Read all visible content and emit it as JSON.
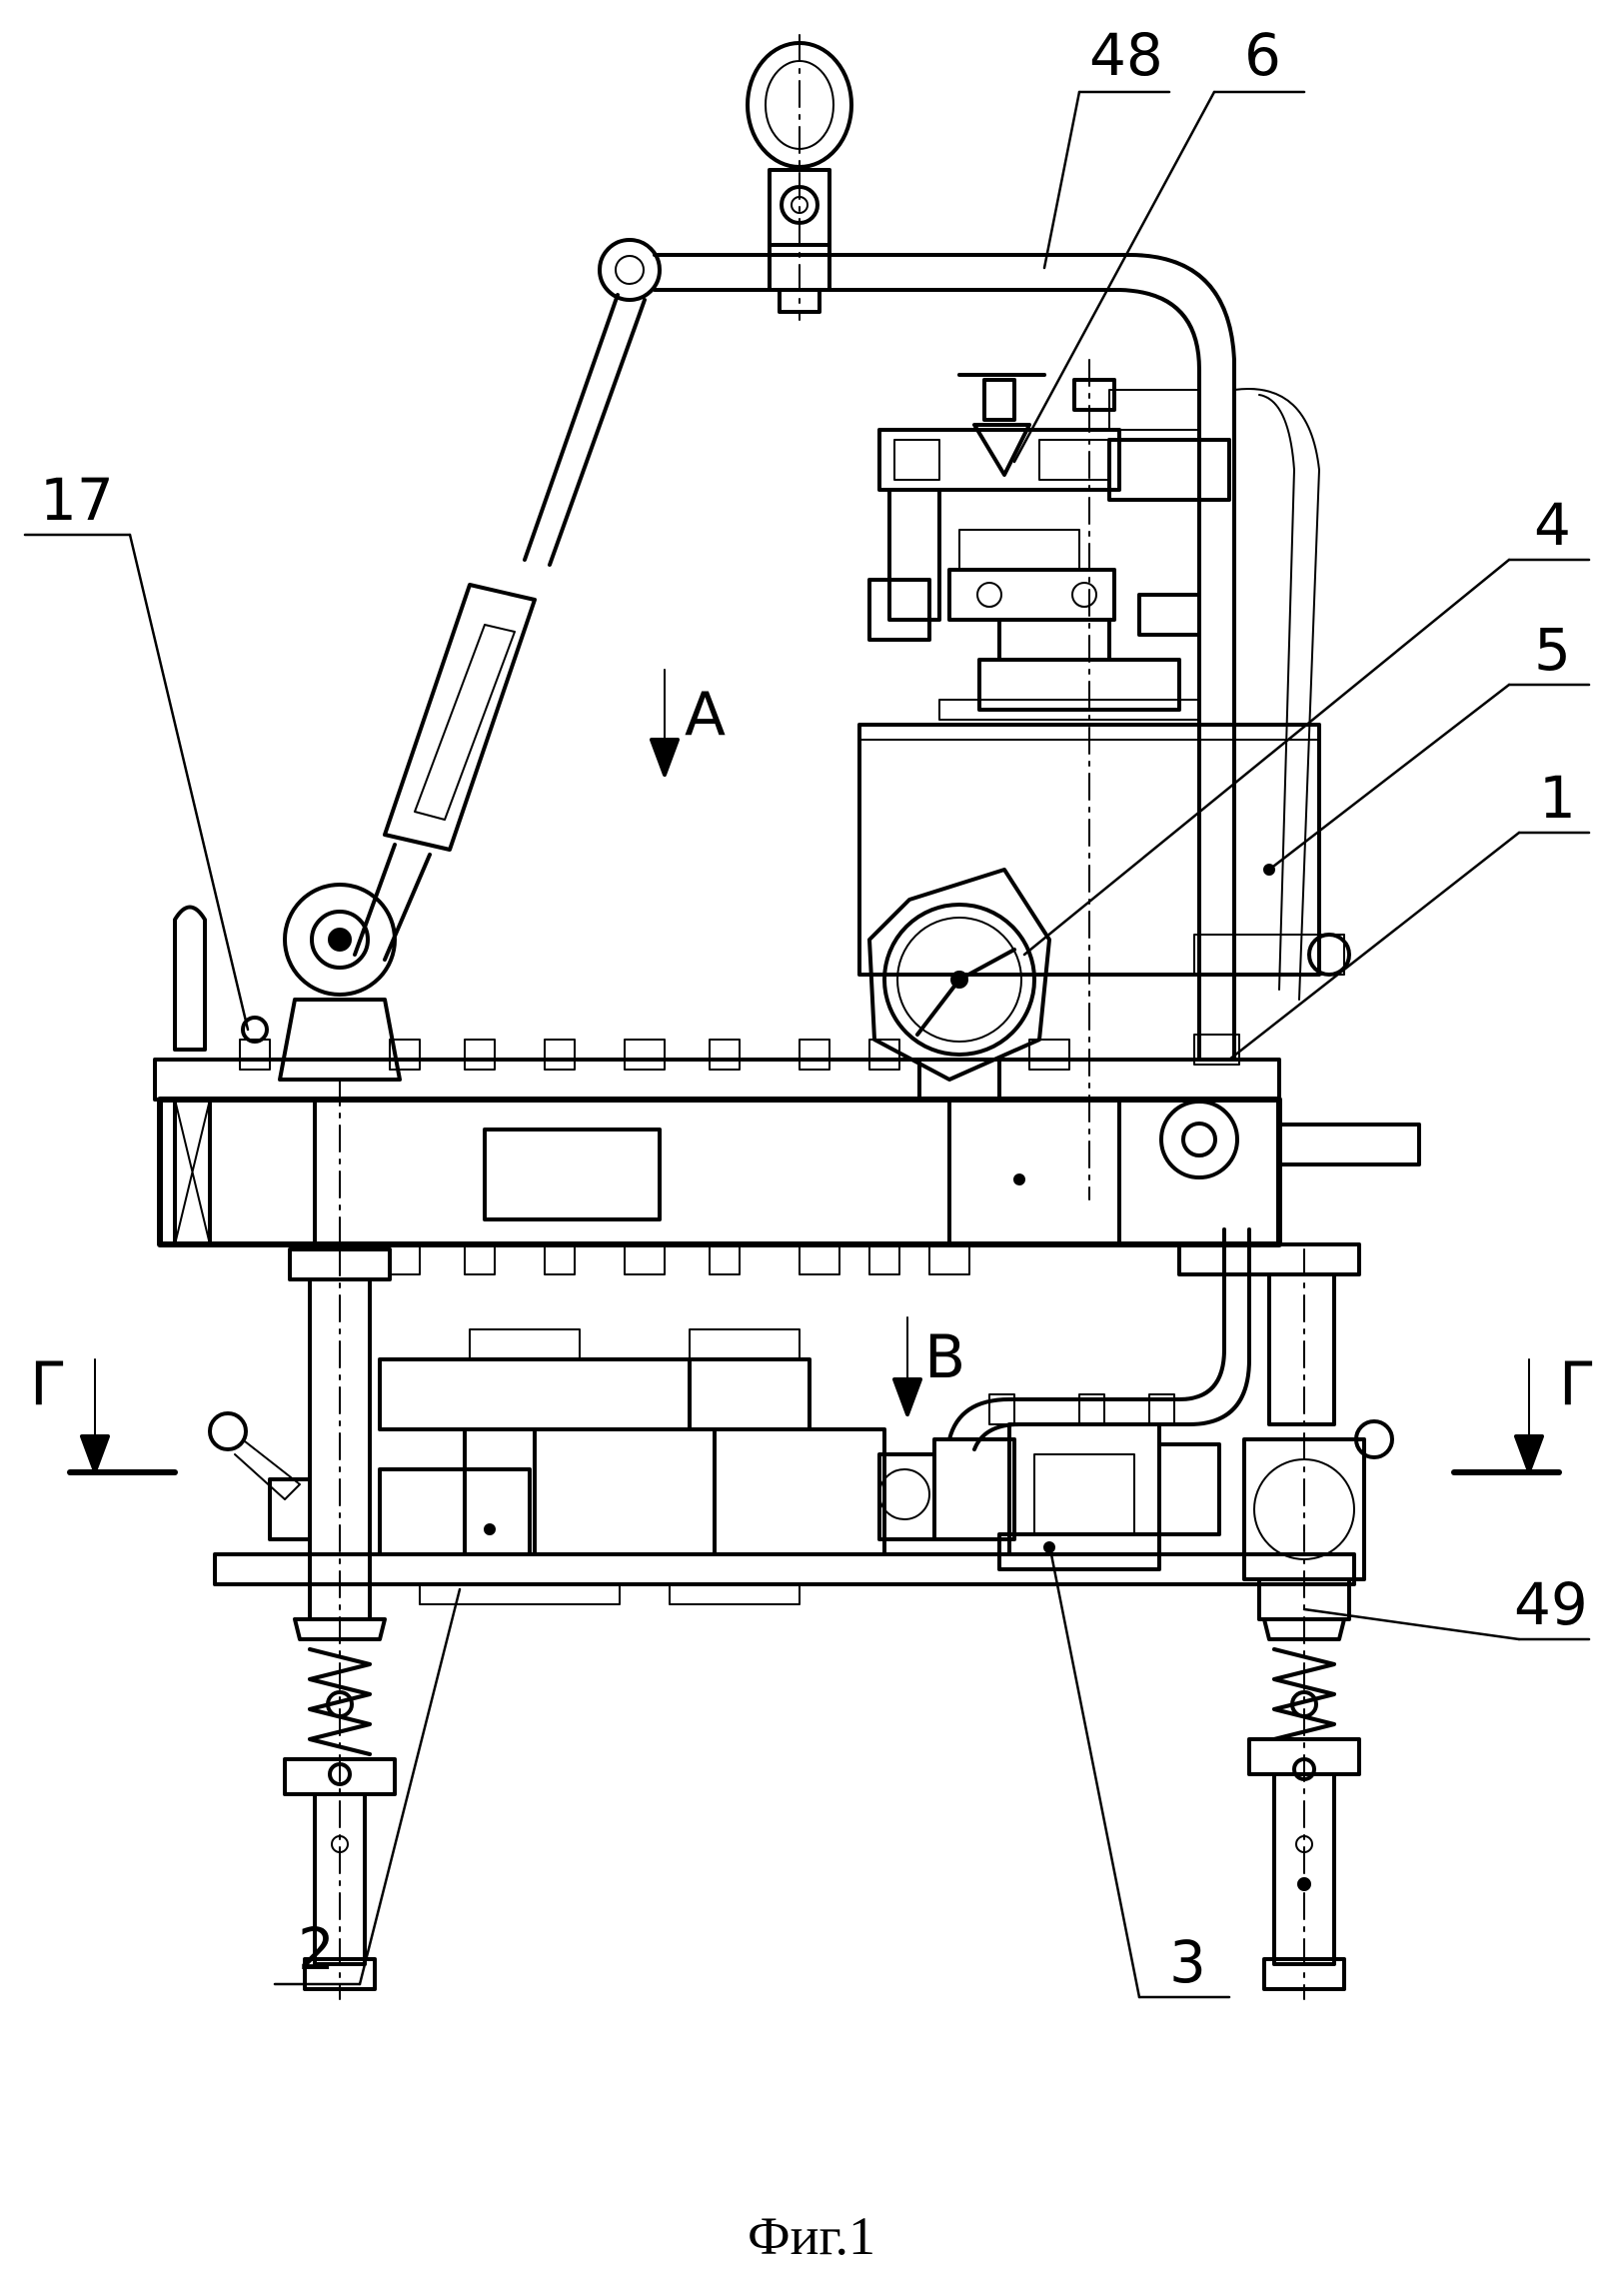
{
  "figure": {
    "caption": "Фиг.1"
  },
  "callouts": [
    {
      "id": "c48",
      "text": "48"
    },
    {
      "id": "c6",
      "text": "6"
    },
    {
      "id": "c17",
      "text": "17"
    },
    {
      "id": "c4",
      "text": "4"
    },
    {
      "id": "c5",
      "text": "5"
    },
    {
      "id": "c1",
      "text": "1"
    },
    {
      "id": "c2",
      "text": "2"
    },
    {
      "id": "c3",
      "text": "3"
    },
    {
      "id": "c49",
      "text": "49"
    }
  ],
  "view_markers": {
    "a": "A",
    "b": "B",
    "g_left": "Г",
    "g_right": "Г"
  },
  "colors": {
    "ink": "#000000",
    "paper": "#ffffff"
  }
}
